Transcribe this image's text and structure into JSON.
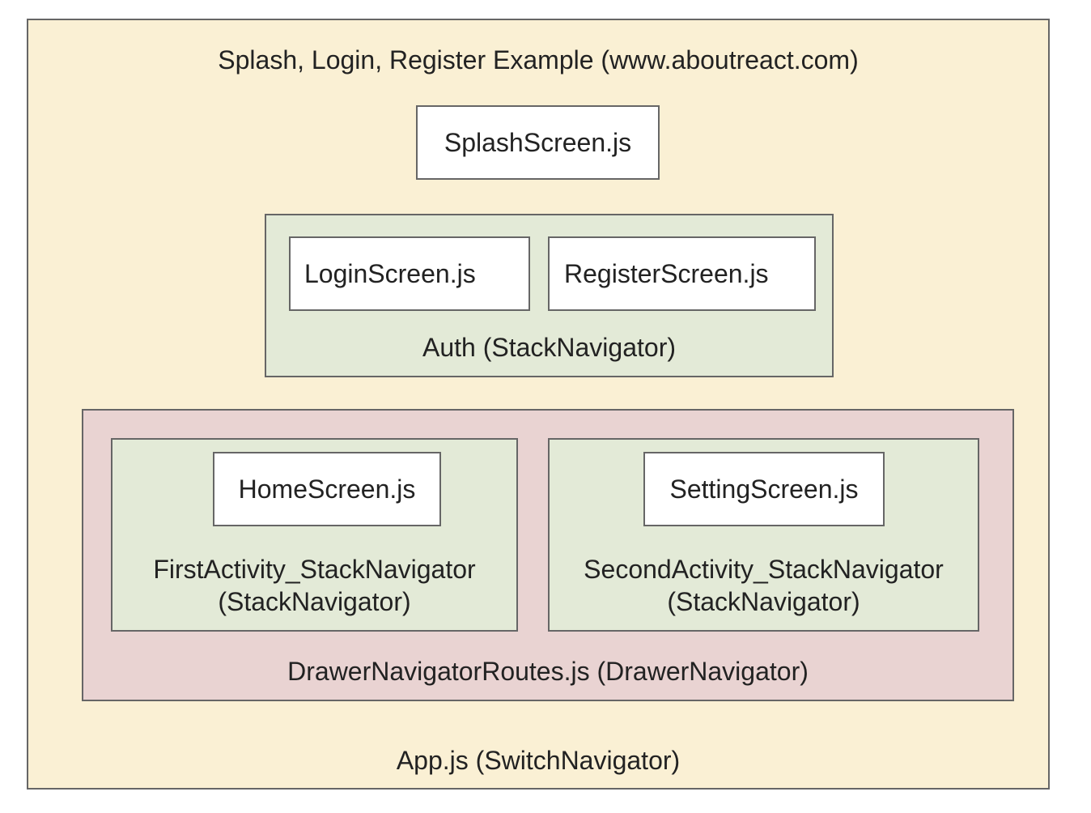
{
  "diagram": {
    "title": "Splash, Login, Register Example (www.aboutreact.com)",
    "colors": {
      "app_fill": "#faf0d4",
      "auth_fill": "#e3ead7",
      "drawer_fill": "#e9d3d2",
      "stack_fill": "#e3ead7",
      "screen_fill": "#ffffff",
      "border": "#666666"
    },
    "app": {
      "label": "App.js (SwitchNavigator)"
    },
    "splash": {
      "label": "SplashScreen.js"
    },
    "auth": {
      "label": "Auth (StackNavigator)",
      "login": "LoginScreen.js",
      "register": "RegisterScreen.js"
    },
    "drawer": {
      "label": "DrawerNavigatorRoutes.js (DrawerNavigator)",
      "first": {
        "label_line1": "FirstActivity_StackNavigator",
        "label_line2": "(StackNavigator)",
        "screen": "HomeScreen.js"
      },
      "second": {
        "label_line1": "SecondActivity_StackNavigator",
        "label_line2": "(StackNavigator)",
        "screen": "SettingScreen.js"
      }
    }
  }
}
